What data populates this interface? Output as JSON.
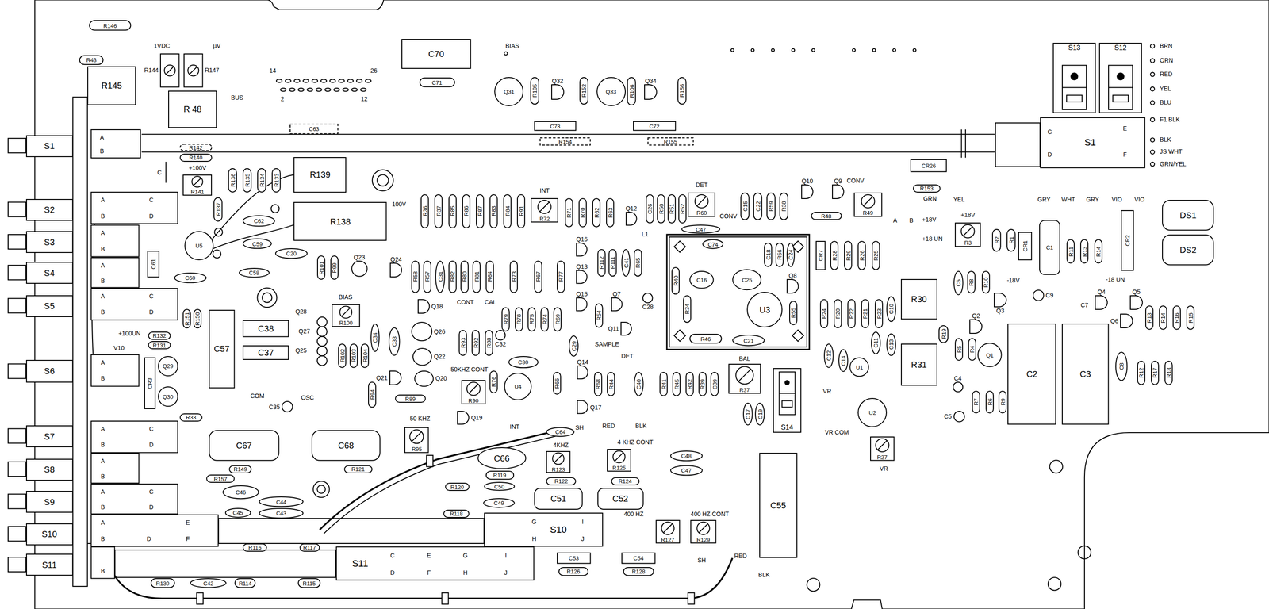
{
  "diagram": {
    "nodes": [
      {
        "text": [
          "R146"
        ]
      },
      {
        "text": [
          "R43"
        ]
      },
      {
        "text": [
          "R145"
        ]
      },
      {
        "text": [
          "R144"
        ]
      },
      {
        "text": [
          "R147"
        ]
      },
      {
        "text": [
          "R 48"
        ]
      },
      {
        "text": [
          "C70"
        ]
      },
      {
        "text": [
          "C71"
        ]
      },
      {
        "text": [
          "Q31"
        ]
      },
      {
        "text": [
          "R105"
        ]
      },
      {
        "text": [
          "Q32"
        ]
      },
      {
        "text": [
          "R152"
        ]
      },
      {
        "text": [
          "Q33"
        ]
      },
      {
        "text": [
          "R106"
        ]
      },
      {
        "text": [
          "Q34"
        ]
      },
      {
        "text": [
          "R156"
        ]
      },
      {
        "text": [
          "S13"
        ]
      },
      {
        "text": [
          "S12"
        ]
      },
      {
        "text": [
          "C63"
        ]
      },
      {
        "text": [
          "C73"
        ]
      },
      {
        "text": [
          "R154"
        ]
      },
      {
        "text": [
          "C72"
        ]
      },
      {
        "text": [
          "R155"
        ]
      },
      {
        "text": [
          "C",
          "E",
          "D",
          "F",
          "S1"
        ]
      },
      {
        "text": [
          "R142"
        ]
      },
      {
        "text": [
          "R140"
        ]
      },
      {
        "text": [
          "CR26"
        ]
      },
      {
        "text": [
          "R153"
        ]
      },
      {
        "text": [
          "R141"
        ]
      },
      {
        "text": [
          "R136"
        ]
      },
      {
        "text": [
          "R135"
        ]
      },
      {
        "text": [
          "R134"
        ]
      },
      {
        "text": [
          "R133"
        ]
      },
      {
        "text": [
          "R137"
        ]
      },
      {
        "text": [
          "R139"
        ]
      },
      {
        "text": [
          "R138"
        ]
      },
      {
        "text": [
          "C62"
        ]
      },
      {
        "text": [
          "U5"
        ]
      },
      {
        "text": [
          "C59"
        ]
      },
      {
        "text": [
          "C20"
        ]
      },
      {
        "text": [
          "C58"
        ]
      },
      {
        "text": [
          "C61"
        ]
      },
      {
        "text": [
          "C60"
        ]
      },
      {
        "text": [
          "R101"
        ]
      },
      {
        "text": [
          "R99"
        ]
      },
      {
        "text": [
          "Q23"
        ]
      },
      {
        "text": [
          "Q24"
        ]
      },
      {
        "text": [
          "R36"
        ]
      },
      {
        "text": [
          "R37"
        ]
      },
      {
        "text": [
          "R85"
        ]
      },
      {
        "text": [
          "R86"
        ]
      },
      {
        "text": [
          "R87"
        ]
      },
      {
        "text": [
          "R83"
        ]
      },
      {
        "text": [
          "R84"
        ]
      },
      {
        "text": [
          "R91"
        ]
      },
      {
        "text": [
          "R72"
        ]
      },
      {
        "text": [
          "R71"
        ]
      },
      {
        "text": [
          "R70"
        ]
      },
      {
        "text": [
          "R62"
        ]
      },
      {
        "text": [
          "R63"
        ]
      },
      {
        "text": [
          "Q12"
        ]
      },
      {
        "text": [
          "C26"
        ]
      },
      {
        "text": [
          "R50"
        ]
      },
      {
        "text": [
          "R51"
        ]
      },
      {
        "text": [
          "R52"
        ]
      },
      {
        "text": [
          "R60"
        ]
      },
      {
        "text": [
          "C15"
        ]
      },
      {
        "text": [
          "C22"
        ]
      },
      {
        "text": [
          "R59"
        ]
      },
      {
        "text": [
          "R38"
        ]
      },
      {
        "text": [
          "Q10"
        ]
      },
      {
        "text": [
          "Q9"
        ]
      },
      {
        "text": [
          "R49"
        ]
      },
      {
        "text": [
          "R48"
        ]
      },
      {
        "text": [
          "C47"
        ]
      },
      {
        "text": [
          "R3"
        ]
      },
      {
        "text": [
          "DS1"
        ]
      },
      {
        "text": [
          "DS2"
        ]
      },
      {
        "text": [
          "CR2"
        ]
      },
      {
        "text": [
          "R2"
        ]
      },
      {
        "text": [
          "R1"
        ]
      },
      {
        "text": [
          "CR1"
        ]
      },
      {
        "text": [
          "C1"
        ]
      },
      {
        "text": [
          "R11"
        ]
      },
      {
        "text": [
          "R13"
        ]
      },
      {
        "text": [
          "R14"
        ]
      },
      {
        "text": [
          "C74"
        ]
      },
      {
        "text": [
          "C16"
        ]
      },
      {
        "text": [
          "C25"
        ]
      },
      {
        "text": [
          "U3"
        ]
      },
      {
        "text": [
          "C21"
        ]
      },
      {
        "text": [
          "R46"
        ]
      },
      {
        "text": [
          "R40"
        ]
      },
      {
        "text": [
          "R34"
        ]
      },
      {
        "text": [
          "Q8"
        ]
      },
      {
        "text": [
          "C18"
        ]
      },
      {
        "text": [
          "R56"
        ]
      },
      {
        "text": [
          "C24"
        ]
      },
      {
        "text": [
          "R55"
        ]
      },
      {
        "text": [
          "CR7"
        ]
      },
      {
        "text": [
          "R28"
        ]
      },
      {
        "text": [
          "R29"
        ]
      },
      {
        "text": [
          "R26"
        ]
      },
      {
        "text": [
          "R25"
        ]
      },
      {
        "text": [
          "R24"
        ]
      },
      {
        "text": [
          "R20"
        ]
      },
      {
        "text": [
          "R22"
        ]
      },
      {
        "text": [
          "R21"
        ]
      },
      {
        "text": [
          "R23"
        ]
      },
      {
        "text": [
          "C10"
        ]
      },
      {
        "text": [
          "C11"
        ]
      },
      {
        "text": [
          "C13"
        ]
      },
      {
        "text": [
          "C12"
        ]
      },
      {
        "text": [
          "C14"
        ]
      },
      {
        "text": [
          "U1"
        ]
      },
      {
        "text": [
          "U2"
        ]
      },
      {
        "text": [
          "R30"
        ]
      },
      {
        "text": [
          "R31"
        ]
      },
      {
        "text": [
          "C6"
        ]
      },
      {
        "text": [
          "R8"
        ]
      },
      {
        "text": [
          "R10"
        ]
      },
      {
        "text": [
          "Q3"
        ]
      },
      {
        "text": [
          "C9"
        ]
      },
      {
        "text": [
          "Q2"
        ]
      },
      {
        "text": [
          "R19"
        ]
      },
      {
        "text": [
          "R5"
        ]
      },
      {
        "text": [
          "R4"
        ]
      },
      {
        "text": [
          "Q1"
        ]
      },
      {
        "text": [
          "C4"
        ]
      },
      {
        "text": [
          "C5"
        ]
      },
      {
        "text": [
          "R7"
        ]
      },
      {
        "text": [
          "R6"
        ]
      },
      {
        "text": [
          "R9"
        ]
      },
      {
        "text": [
          "C2"
        ]
      },
      {
        "text": [
          "C3"
        ]
      },
      {
        "text": [
          "Q4"
        ]
      },
      {
        "text": [
          "Q5"
        ]
      },
      {
        "text": [
          "Q6"
        ]
      },
      {
        "text": [
          "C8"
        ]
      },
      {
        "text": [
          "R13"
        ]
      },
      {
        "text": [
          "R14"
        ]
      },
      {
        "text": [
          "R16"
        ]
      },
      {
        "text": [
          "R15"
        ]
      },
      {
        "text": [
          "R12"
        ]
      },
      {
        "text": [
          "R17"
        ]
      },
      {
        "text": [
          "R18"
        ]
      },
      {
        "text": [
          "C57"
        ]
      },
      {
        "text": [
          "C38"
        ]
      },
      {
        "text": [
          "C37"
        ]
      },
      {
        "text": [
          "R100"
        ]
      },
      {
        "text": [
          "R102"
        ]
      },
      {
        "text": [
          "R103"
        ]
      },
      {
        "text": [
          "R104"
        ]
      },
      {
        "text": [
          "C34"
        ]
      },
      {
        "text": [
          "C33"
        ]
      },
      {
        "text": [
          "R94"
        ]
      },
      {
        "text": [
          "Q21"
        ]
      },
      {
        "text": [
          "R89"
        ]
      },
      {
        "text": [
          "Q18"
        ]
      },
      {
        "text": [
          "Q26"
        ]
      },
      {
        "text": [
          "Q22"
        ]
      },
      {
        "text": [
          "Q20"
        ]
      },
      {
        "text": [
          "R93"
        ]
      },
      {
        "text": [
          "R92"
        ]
      },
      {
        "text": [
          "R88"
        ]
      },
      {
        "text": [
          "C32"
        ]
      },
      {
        "text": [
          "R90"
        ]
      },
      {
        "text": [
          "Q19"
        ]
      },
      {
        "text": [
          "C30"
        ]
      },
      {
        "text": [
          "U4"
        ]
      },
      {
        "text": [
          "R76"
        ]
      },
      {
        "text": [
          "R79"
        ]
      },
      {
        "text": [
          "R78"
        ]
      },
      {
        "text": [
          "R75"
        ]
      },
      {
        "text": [
          "R74"
        ]
      },
      {
        "text": [
          "R69"
        ]
      },
      {
        "text": [
          "R58"
        ]
      },
      {
        "text": [
          "R57"
        ]
      },
      {
        "text": [
          "C31"
        ]
      },
      {
        "text": [
          "R82"
        ]
      },
      {
        "text": [
          "R80"
        ]
      },
      {
        "text": [
          "R81"
        ]
      },
      {
        "text": [
          "R64"
        ]
      },
      {
        "text": [
          "R73"
        ]
      },
      {
        "text": [
          "R67"
        ]
      },
      {
        "text": [
          "R77"
        ]
      },
      {
        "text": [
          "Q16"
        ]
      },
      {
        "text": [
          "Q13"
        ]
      },
      {
        "text": [
          "Q15"
        ]
      },
      {
        "text": [
          "R112"
        ]
      },
      {
        "text": [
          "R111"
        ]
      },
      {
        "text": [
          "C41"
        ]
      },
      {
        "text": [
          "R65"
        ]
      },
      {
        "text": [
          "Q7"
        ]
      },
      {
        "text": [
          "Q11"
        ]
      },
      {
        "text": [
          "C28"
        ]
      },
      {
        "text": [
          "R54"
        ]
      },
      {
        "text": [
          "C29"
        ]
      },
      {
        "text": [
          "Q14"
        ]
      },
      {
        "text": [
          "Q17"
        ]
      },
      {
        "text": [
          "R66"
        ]
      },
      {
        "text": [
          "R68"
        ]
      },
      {
        "text": [
          "R44"
        ]
      },
      {
        "text": [
          "C40"
        ]
      },
      {
        "text": [
          "R41"
        ]
      },
      {
        "text": [
          "R45"
        ]
      },
      {
        "text": [
          "R42"
        ]
      },
      {
        "text": [
          "R39"
        ]
      },
      {
        "text": [
          "C39"
        ]
      },
      {
        "text": [
          "R37"
        ]
      },
      {
        "text": [
          "S14"
        ]
      },
      {
        "text": [
          "C17"
        ]
      },
      {
        "text": [
          "C19"
        ]
      },
      {
        "text": [
          "C55"
        ]
      },
      {
        "text": [
          "R27"
        ]
      },
      {
        "text": [
          "C35"
        ]
      },
      {
        "text": [
          "Q29"
        ]
      },
      {
        "text": [
          "Q30"
        ]
      },
      {
        "text": [
          "CR3"
        ]
      },
      {
        "text": [
          "R132"
        ]
      },
      {
        "text": [
          "R131"
        ]
      },
      {
        "text": [
          "R33"
        ]
      },
      {
        "text": [
          "R151"
        ]
      },
      {
        "text": [
          "R150"
        ]
      },
      {
        "text": [
          "S1"
        ]
      },
      {
        "text": [
          "S2"
        ]
      },
      {
        "text": [
          "S3"
        ]
      },
      {
        "text": [
          "S4"
        ]
      },
      {
        "text": [
          "S5"
        ]
      },
      {
        "text": [
          "S6"
        ]
      },
      {
        "text": [
          "S7"
        ]
      },
      {
        "text": [
          "S8"
        ]
      },
      {
        "text": [
          "S9"
        ]
      },
      {
        "text": [
          "S10"
        ]
      },
      {
        "text": [
          "S11"
        ]
      },
      {
        "text": [
          "A",
          "B"
        ]
      },
      {
        "text": [
          "A",
          "C",
          "B",
          "D"
        ]
      },
      {
        "text": [
          "A",
          "B"
        ]
      },
      {
        "text": [
          "A",
          "B"
        ]
      },
      {
        "text": [
          "A",
          "C",
          "B",
          "D"
        ]
      },
      {
        "text": [
          "A",
          "B"
        ]
      },
      {
        "text": [
          "A",
          "C",
          "B",
          "D"
        ]
      },
      {
        "text": [
          "A",
          "B"
        ]
      },
      {
        "text": [
          "A",
          "C",
          "B",
          "D"
        ]
      },
      {
        "text": [
          "A",
          "E",
          "B",
          "D",
          "F"
        ]
      },
      {
        "text": [
          "B"
        ]
      },
      {
        "text": [
          "R95"
        ]
      },
      {
        "text": [
          "C67"
        ]
      },
      {
        "text": [
          "C68"
        ]
      },
      {
        "text": [
          "R149"
        ]
      },
      {
        "text": [
          "R121"
        ]
      },
      {
        "text": [
          "R157"
        ]
      },
      {
        "text": [
          "C46"
        ]
      },
      {
        "text": [
          "C44"
        ]
      },
      {
        "text": [
          "C43"
        ]
      },
      {
        "text": [
          "C45"
        ]
      },
      {
        "text": [
          "C64"
        ]
      },
      {
        "text": [
          "C66"
        ]
      },
      {
        "text": [
          "R119"
        ]
      },
      {
        "text": [
          "R120"
        ]
      },
      {
        "text": [
          "C50"
        ]
      },
      {
        "text": [
          "C49"
        ]
      },
      {
        "text": [
          "R123"
        ]
      },
      {
        "text": [
          "R122"
        ]
      },
      {
        "text": [
          "R125"
        ]
      },
      {
        "text": [
          "R124"
        ]
      },
      {
        "text": [
          "C51"
        ]
      },
      {
        "text": [
          "C52"
        ]
      },
      {
        "text": [
          "C48"
        ]
      },
      {
        "text": [
          "C47"
        ]
      },
      {
        "text": [
          "R118"
        ]
      },
      {
        "text": [
          "R127"
        ]
      },
      {
        "text": [
          "R129"
        ]
      },
      {
        "text": [
          "G",
          "I",
          "H",
          "J",
          "S10"
        ]
      },
      {
        "text": [
          "C",
          "E",
          "G",
          "I",
          "D",
          "F",
          "H",
          "J",
          "S11"
        ]
      },
      {
        "text": [
          "C53"
        ]
      },
      {
        "text": [
          "C54"
        ]
      },
      {
        "text": [
          "R126"
        ]
      },
      {
        "text": [
          "R128"
        ]
      },
      {
        "text": [
          "R116"
        ]
      },
      {
        "text": [
          "R117"
        ]
      },
      {
        "text": [
          "R130"
        ]
      },
      {
        "text": [
          "C42"
        ]
      },
      {
        "text": [
          "R114"
        ]
      },
      {
        "text": [
          "R115"
        ]
      }
    ],
    "labels": [
      "1VDC",
      "µV",
      "BUS",
      "14",
      "26",
      "2",
      "12",
      "BIAS",
      "BRN",
      "ORN",
      "RED",
      "YEL",
      "BLU",
      "F1 BLK",
      "BLK",
      "JS WHT",
      "GRN/YEL",
      "C",
      "+100V",
      "100V",
      "GRN",
      "INT",
      "DET",
      "L1",
      "CONV",
      "CONV",
      "A",
      "B",
      "+18V",
      "+18 UN",
      "YEL",
      "+18V",
      "GRY",
      "WHT",
      "GRY",
      "VIO",
      "VIO",
      "-18 UN",
      "-18V",
      "C7",
      "BIAS",
      "Q28",
      "Q27",
      "Q25",
      "CONT",
      "CAL",
      "50KHZ CONT",
      "INT",
      "SAMPLE",
      "DET",
      "BAL",
      "VR",
      "VR COM",
      "VR",
      "COM",
      "OSC",
      "+100UN",
      "V10",
      "50 KHZ",
      "SH",
      "RED",
      "BLK",
      "4KHZ",
      "4 KHZ CONT",
      "400 HZ",
      "400 HZ CONT",
      "SH",
      "RED",
      "BLK"
    ]
  }
}
